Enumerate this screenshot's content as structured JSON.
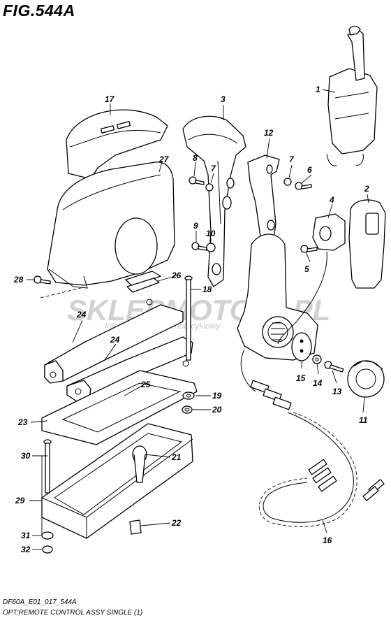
{
  "figure": {
    "title": "FIG.544A",
    "footer_code": "DF60A_E01_017_544A",
    "footer_description": "OPT:REMOTE CONTROL ASSY SINGLE (1)"
  },
  "watermark": {
    "main": "SKLEPMOTO46.PL",
    "sub": "Internetowy sklep motocyklowy",
    "color_primary": "#c9c9c9",
    "color_accent": "#f3a6a6"
  },
  "callouts": {
    "c1": "1",
    "c2": "2",
    "c3": "3",
    "c4": "4",
    "c5": "5",
    "c6": "6",
    "c7a": "7",
    "c7b": "7",
    "c8": "8",
    "c9": "9",
    "c10": "10",
    "c11": "11",
    "c12": "12",
    "c13": "13",
    "c14": "14",
    "c15": "15",
    "c16": "16",
    "c17": "17",
    "c18": "18",
    "c19": "19",
    "c20": "20",
    "c21": "21",
    "c22": "22",
    "c23": "23",
    "c24a": "24",
    "c24b": "24",
    "c25": "25",
    "c26": "26",
    "c27": "27",
    "c28": "28",
    "c29": "29",
    "c30": "30",
    "c31": "31",
    "c32": "32"
  }
}
